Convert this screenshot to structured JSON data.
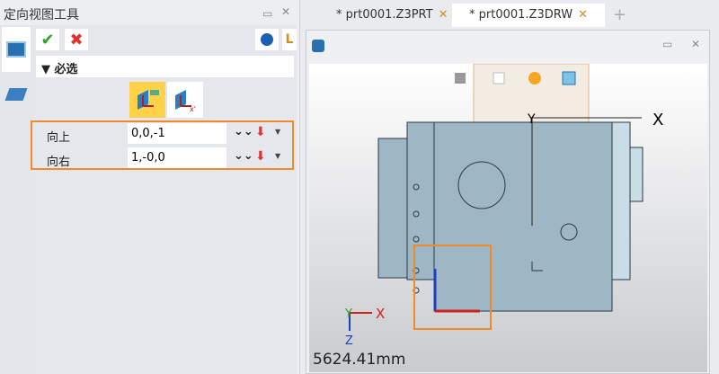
{
  "panel": {
    "title": "定向视图工具",
    "section": "必选",
    "fields": [
      {
        "label": "向上",
        "value": "0,0,-1"
      },
      {
        "label": "向右",
        "value": "1,-0,0"
      }
    ]
  },
  "tabs": [
    {
      "label": "* prt0001.Z3PRT",
      "active": false
    },
    {
      "label": "* prt0001.Z3DRW",
      "active": true
    }
  ],
  "viewer": {
    "axis_x": "X",
    "axis_y": "Y",
    "triad_x": "X",
    "triad_y": "Y",
    "triad_z": "Z",
    "scale": "5624.41mm"
  },
  "colors": {
    "accent": "#f08a2a",
    "part": "#9fb7c4"
  }
}
